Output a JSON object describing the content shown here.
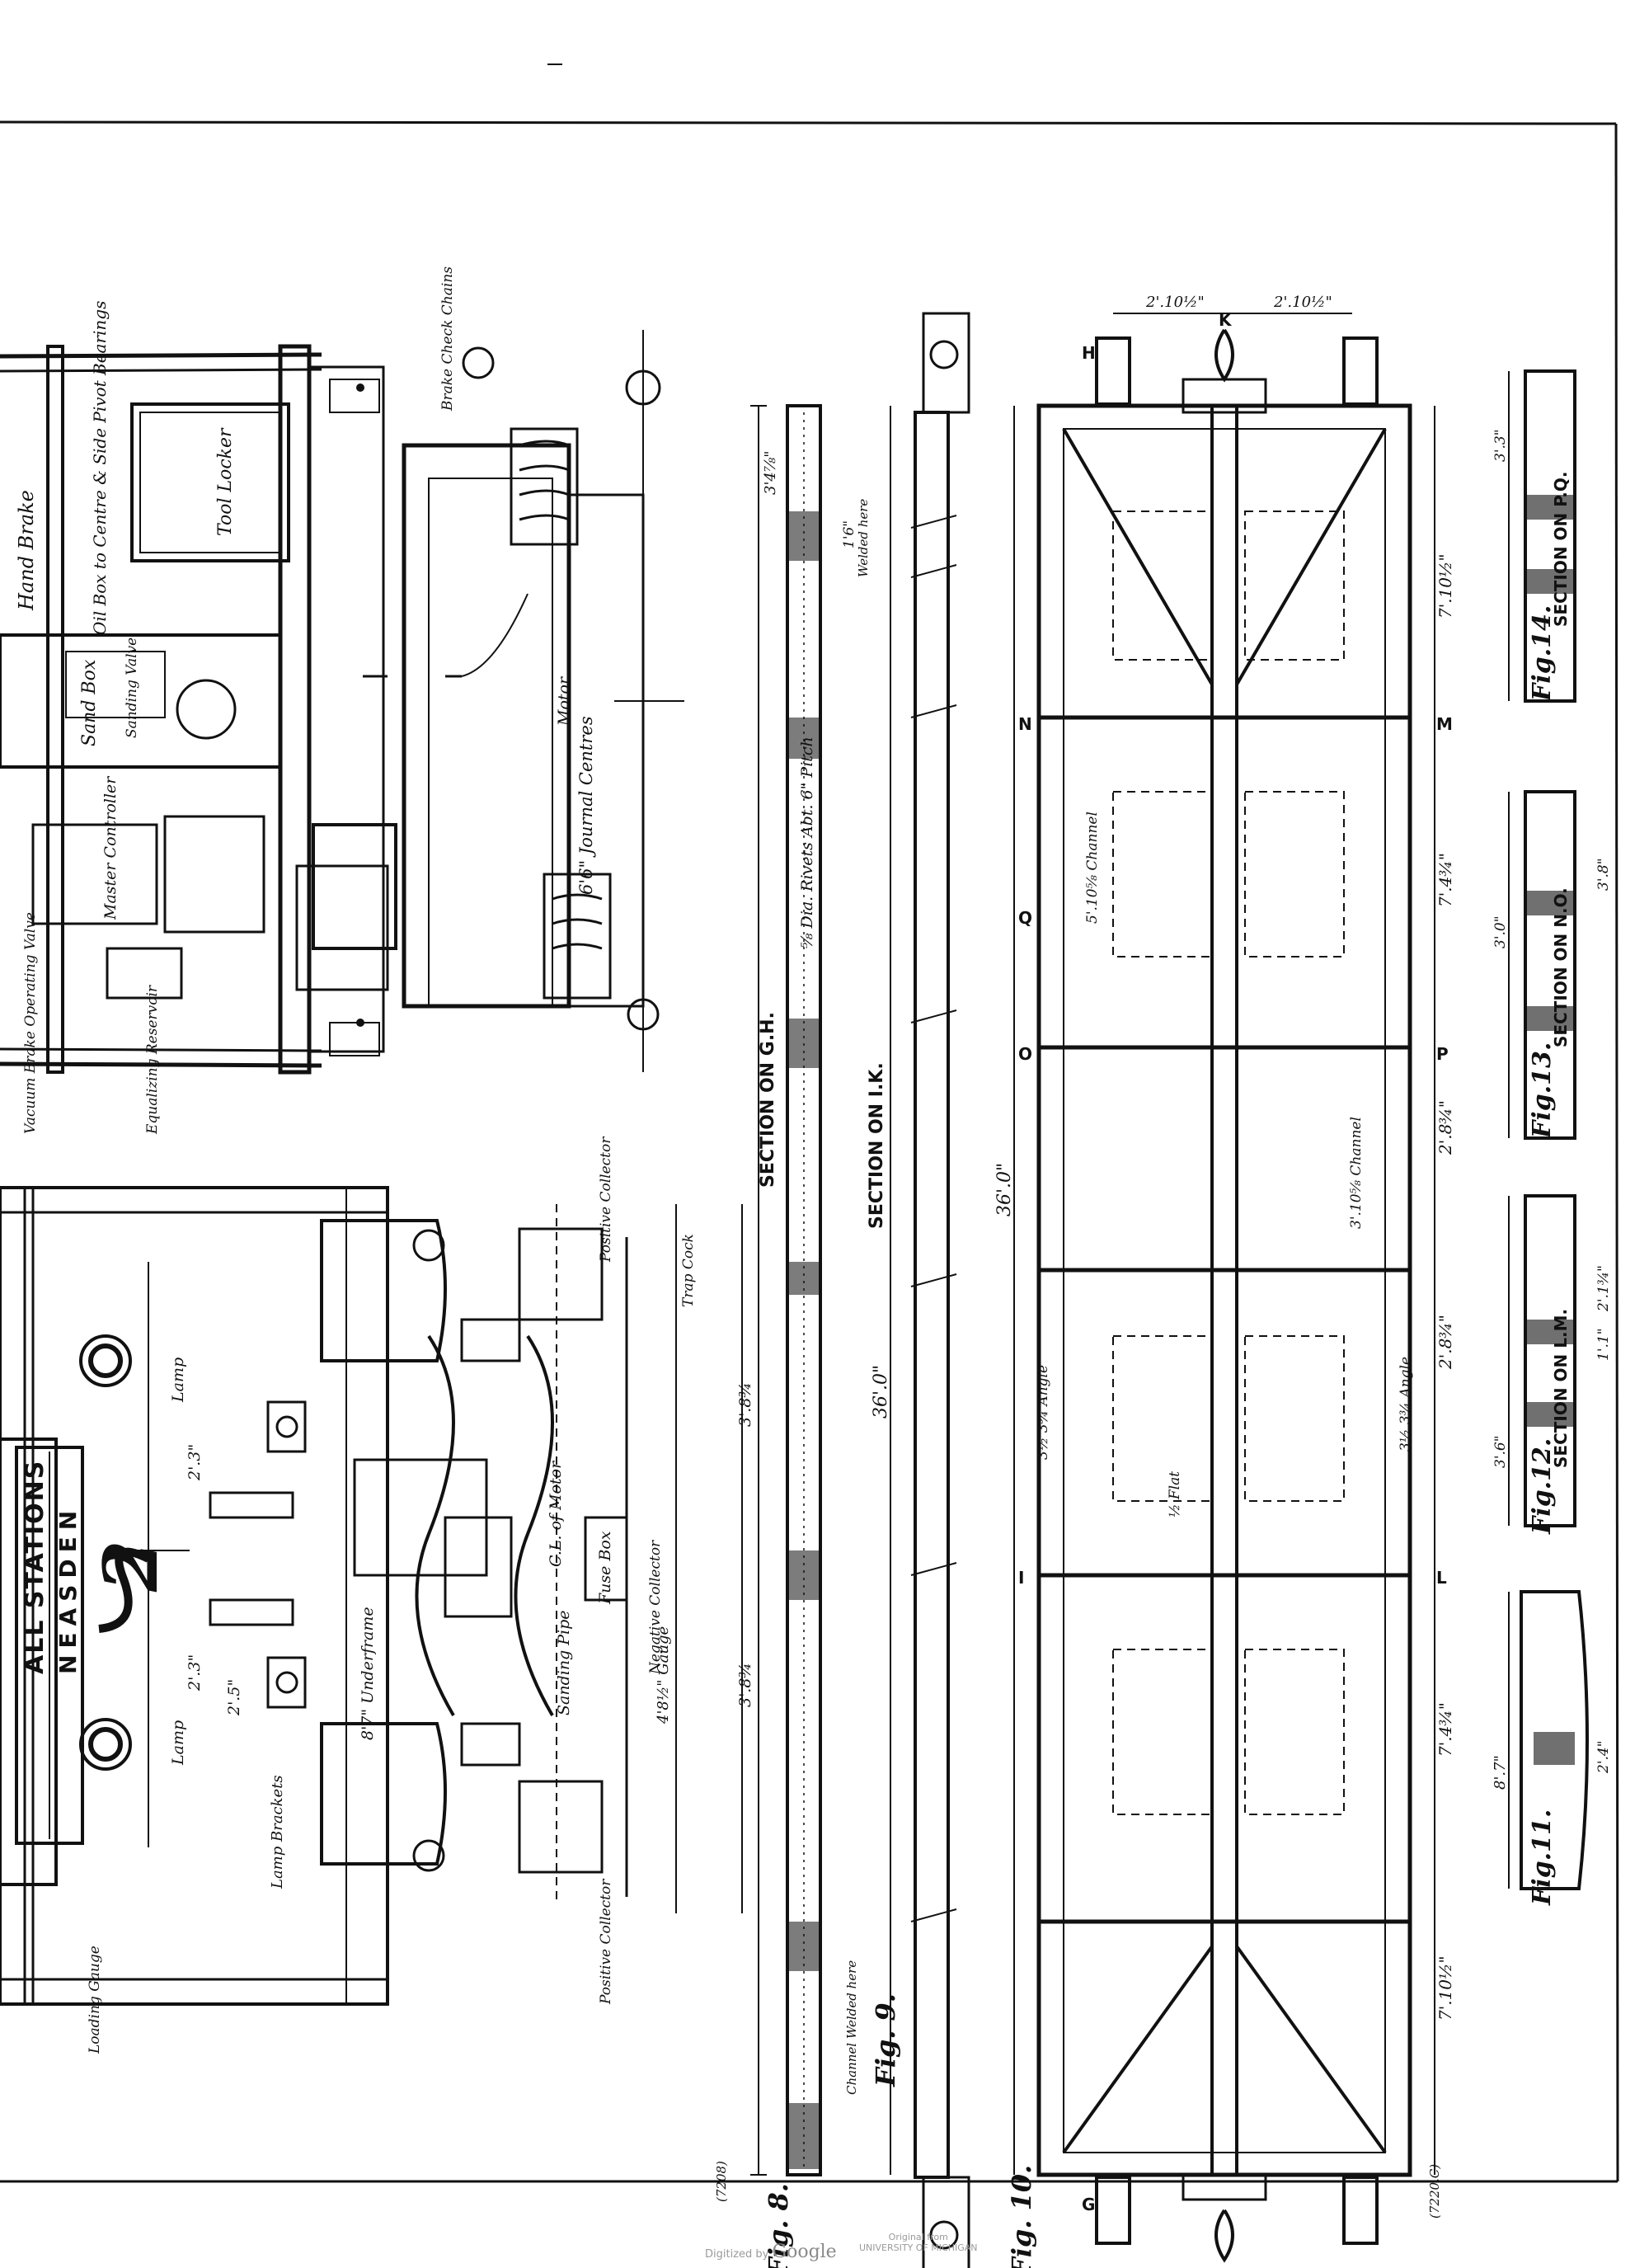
{
  "figures": {
    "fig8": "Fig. 8.",
    "fig9": "Fig. 9.",
    "fig10": "Fig. 10.",
    "fig11": "Fig.11.",
    "fig12": "Fig.12.",
    "fig13": "Fig.13.",
    "fig14": "Fig.14."
  },
  "sections": {
    "gh": "SECTION ON G.H.",
    "ik": "SECTION ON I.K.",
    "lm": "SECTION ON L.M.",
    "no": "SECTION ON N.O.",
    "pq": "SECTION ON P.Q."
  },
  "labels": {
    "hand_brake": "Hand Brake",
    "oil_box": "Oil Box to Centre & Side Pivot Bearings",
    "tool_locker": "Tool Locker",
    "brake_check_chains": "Brake Check Chains",
    "sand_box": "Sand Box",
    "sanding_valve": "Sanding Valve",
    "master_controller": "Master Controller",
    "motor": "Motor",
    "journal_centres": "6'6\" Journal Centres",
    "vacuum_brake": "Vacuum Brake Operating Valve",
    "equalizing_reservoir": "Equalizing Reservoir",
    "positive_collector_top": "Positive Collector",
    "trap_cock": "Trap Cock",
    "lamp_top": "Lamp",
    "lamp_bottom": "Lamp",
    "cl_motor": "C.L. of Motor",
    "fuse_box": "Fuse Box",
    "negative_collector": "Negative Collector",
    "gauge": "4'8½\" Gauge",
    "sanding_pipe": "Sanding Pipe",
    "underframe": "8'7\" Underframe",
    "lamp_brackets": "Lamp Brackets",
    "positive_collector_bottom": "Positive Collector",
    "loading_gauge": "Loading Gauge",
    "destination_line1": "ALL STATIONS",
    "destination_line2": "NEASDEN",
    "loco_number": "2",
    "rivets": "⅝ Dia. Rivets Abt. 6\" Pitch",
    "welded_here": "Welded here",
    "channel_welded": "Channel Welded here",
    "channel_a": "5'.10⅝ Channel",
    "channel_b": "3'.10⅝ Channel",
    "angle_a": "3½ 3¾ Angle",
    "angle_b": "3½ 3¾ Angle",
    "flat": "½ Flat"
  },
  "dimensions": {
    "d34a": "3'4⅞\"",
    "d16a": "1'6\"",
    "d36": "36'.0\"",
    "d36b": "36'.0\"",
    "d38a": "3'.8¾",
    "d38b": "3'.8¾",
    "d23a": "2'.3\"",
    "d23b": "2'.3\"",
    "d25": "2'.5\"",
    "d7105a": "7'.10½\"",
    "d7105b": "7'.10½\"",
    "d74a": "7'.4¾\"",
    "d74b": "7'.4¾\"",
    "d28a": "2'.8¾\"",
    "d28b": "2'.8¾\"",
    "d210a": "2'.10½\"",
    "d210b": "2'.10½\"",
    "d87": "8'.7\"",
    "d24": "2'.4\"",
    "d36s": "3'.6\"",
    "d33": "3'.3\"",
    "d38s": "3'.8\"",
    "d30": "3'.0\"",
    "d11": "1'.1\"",
    "d213": "2'.1¾\"",
    "ref7208": "(7208)",
    "ref7220": "(7220.C)"
  },
  "letters": {
    "g": "G",
    "h": "H",
    "i": "I",
    "k": "K",
    "l": "L",
    "m": "M",
    "n": "N",
    "o": "O",
    "p": "P",
    "q": "Q"
  },
  "footer": {
    "digitized_by": "Digitized by",
    "google": "Google",
    "original_from": "Original from",
    "university": "UNIVERSITY OF MICHIGAN"
  }
}
